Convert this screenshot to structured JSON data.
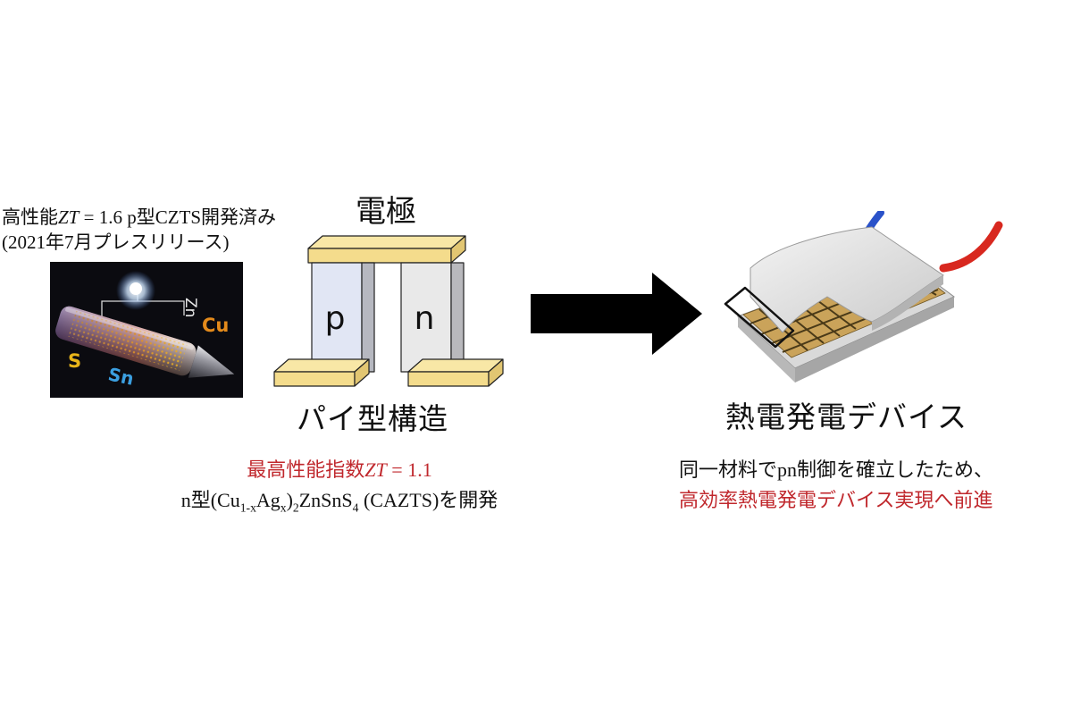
{
  "ptype_caption": {
    "line1_prefix": "高性能",
    "zt_symbol": "ZT",
    "line1_suffix": " = 1.6  p型CZTS開発済み",
    "line2": "(2021年7月プレスリリース)"
  },
  "photo": {
    "labels": {
      "zn": "Zn",
      "cu": "Cu",
      "s": "S",
      "sn": "Sn"
    },
    "colors": {
      "cu": "#e38a1b",
      "s": "#e8b51a",
      "sn": "#3b9fe0",
      "zn": "#e6e6e6"
    }
  },
  "pi_structure": {
    "electrode_label": "電極",
    "p_leg": "p",
    "n_leg": "n",
    "label": "パイ型構造",
    "colors": {
      "electrode": "#f8e7a6",
      "p_leg": "#e1e6f4",
      "n_leg": "#e9e9e9"
    }
  },
  "device": {
    "label": "熱電発電デバイス",
    "colors": {
      "wire_pos": "#d8281f",
      "wire_neg": "#2a52c9",
      "leg": "#caa35a"
    }
  },
  "n_result": {
    "title_prefix": "最高性能指数",
    "zt_symbol": "ZT",
    "title_suffix": " = 1.1",
    "f_a": "n型(Cu",
    "f_sub1": "1-x",
    "f_b": "Ag",
    "f_sub2": "x",
    "f_c": ")",
    "f_sub3": "2",
    "f_d": "ZnSnS",
    "f_sub4": "4",
    "f_e": "  (CAZTS)を開発"
  },
  "conclusion": {
    "line1": "同一材料でpn制御を確立したため、",
    "line2": "高効率熱電発電デバイス実現へ前進"
  },
  "accent_red": "#c0282d"
}
